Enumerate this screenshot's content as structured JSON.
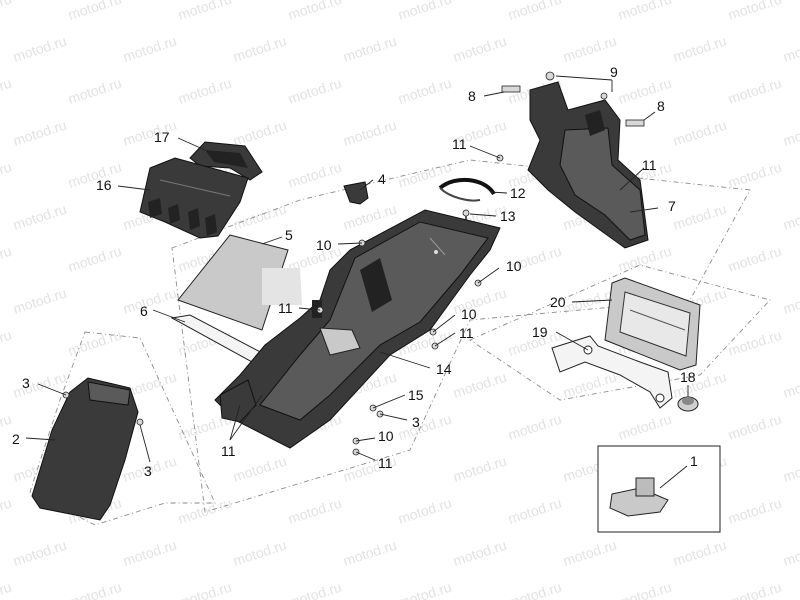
{
  "watermark": "motod.ru",
  "callouts": [
    {
      "id": "c1",
      "label": "1"
    },
    {
      "id": "c2",
      "label": "2"
    },
    {
      "id": "c3a",
      "label": "3"
    },
    {
      "id": "c3b",
      "label": "3"
    },
    {
      "id": "c3c",
      "label": "3"
    },
    {
      "id": "c4",
      "label": "4"
    },
    {
      "id": "c5",
      "label": "5"
    },
    {
      "id": "c6",
      "label": "6"
    },
    {
      "id": "c7",
      "label": "7"
    },
    {
      "id": "c8a",
      "label": "8"
    },
    {
      "id": "c8b",
      "label": "8"
    },
    {
      "id": "c9",
      "label": "9"
    },
    {
      "id": "c10a",
      "label": "10"
    },
    {
      "id": "c10b",
      "label": "10"
    },
    {
      "id": "c10c",
      "label": "10"
    },
    {
      "id": "c10d",
      "label": "10"
    },
    {
      "id": "c11a",
      "label": "11"
    },
    {
      "id": "c11b",
      "label": "11"
    },
    {
      "id": "c11c",
      "label": "11"
    },
    {
      "id": "c11d",
      "label": "11"
    },
    {
      "id": "c11e",
      "label": "11"
    },
    {
      "id": "c11f",
      "label": "11"
    },
    {
      "id": "c12",
      "label": "12"
    },
    {
      "id": "c13",
      "label": "13"
    },
    {
      "id": "c14",
      "label": "14"
    },
    {
      "id": "c15",
      "label": "15"
    },
    {
      "id": "c16",
      "label": "16"
    },
    {
      "id": "c17",
      "label": "17"
    },
    {
      "id": "c18",
      "label": "18"
    },
    {
      "id": "c19",
      "label": "19"
    },
    {
      "id": "c20",
      "label": "20"
    }
  ]
}
